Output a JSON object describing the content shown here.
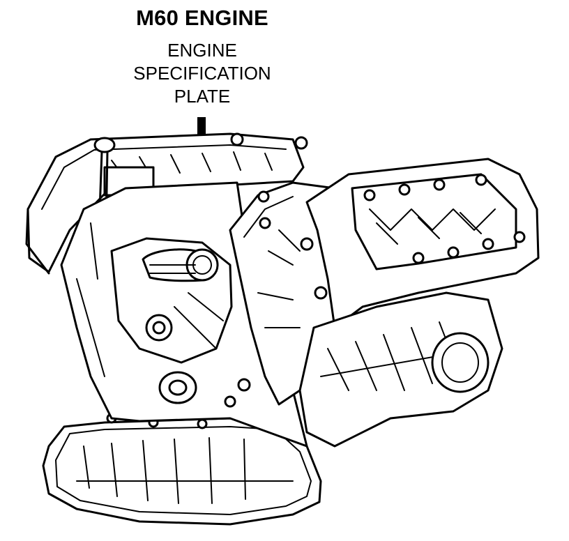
{
  "diagram": {
    "title": "M60 ENGINE",
    "callout": {
      "lines": [
        "ENGINE",
        "SPECIFICATION",
        "PLATE"
      ]
    }
  },
  "colors": {
    "ink": "#000000",
    "paper": "#ffffff"
  }
}
